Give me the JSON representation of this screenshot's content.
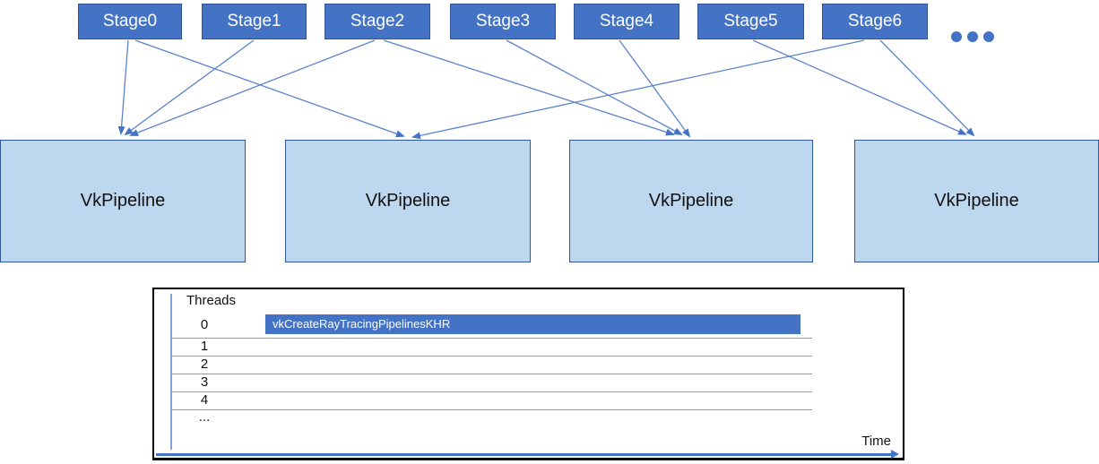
{
  "diagram": {
    "stages": [
      {
        "label": "Stage0"
      },
      {
        "label": "Stage1"
      },
      {
        "label": "Stage2"
      },
      {
        "label": "Stage3"
      },
      {
        "label": "Stage4"
      },
      {
        "label": "Stage5"
      },
      {
        "label": "Stage6"
      }
    ],
    "ellipsis": "...",
    "pipelines": [
      {
        "label": "VkPipeline"
      },
      {
        "label": "VkPipeline"
      },
      {
        "label": "VkPipeline"
      },
      {
        "label": "VkPipeline"
      }
    ],
    "edges": [
      {
        "from": "Stage0",
        "to": "pipeline-1"
      },
      {
        "from": "Stage1",
        "to": "pipeline-1"
      },
      {
        "from": "Stage2",
        "to": "pipeline-1"
      },
      {
        "from": "Stage0",
        "to": "pipeline-2"
      },
      {
        "from": "Stage6",
        "to": "pipeline-2"
      },
      {
        "from": "Stage2",
        "to": "pipeline-3"
      },
      {
        "from": "Stage3",
        "to": "pipeline-3"
      },
      {
        "from": "Stage4",
        "to": "pipeline-3"
      },
      {
        "from": "Stage5",
        "to": "pipeline-4"
      },
      {
        "from": "Stage6",
        "to": "pipeline-4"
      }
    ],
    "colors": {
      "stage_fill": "#4472C4",
      "stage_border": "#2F5597",
      "pipeline_fill": "#BDD7EE",
      "pipeline_border": "#2F5597",
      "connector": "#5B83CB",
      "arrowhead": "#4472C4",
      "grid_line": "#7DA1DC",
      "panel_border": "#000000"
    }
  },
  "timeline": {
    "title": "Threads",
    "rows": [
      {
        "label": "0"
      },
      {
        "label": "1"
      },
      {
        "label": "2"
      },
      {
        "label": "3"
      },
      {
        "label": "4"
      },
      {
        "label": "..."
      }
    ],
    "bar": {
      "label": "vkCreateRayTracingPipelinesKHR",
      "row": "0"
    },
    "axis_label": "Time"
  },
  "chart_data": {
    "type": "gantt",
    "title": "Threads",
    "ylabel": "Threads",
    "xlabel": "Time",
    "rows": [
      "0",
      "1",
      "2",
      "3",
      "4",
      "..."
    ],
    "bars": [
      {
        "row": "0",
        "label": "vkCreateRayTracingPipelinesKHR",
        "start_frac": 0.15,
        "end_frac": 0.86
      }
    ],
    "legend": false,
    "grid": "horizontal row separator lines, arrowed time axis at bottom"
  }
}
